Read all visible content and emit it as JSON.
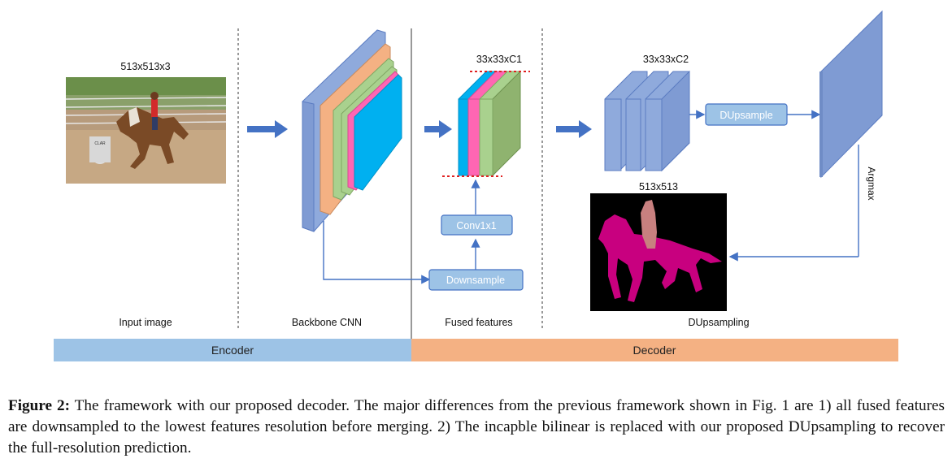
{
  "figure": {
    "labels": {
      "input_dim": "513x513x3",
      "fused_dim": "33x33xC1",
      "decoder_dim": "33x33xC2",
      "output_dim": "513x513",
      "dupsample_box": "DUpsample",
      "conv_box": "Conv1x1",
      "downsample_box": "Downsample",
      "argmax": "Argmax"
    },
    "sections": {
      "input_image": "Input image",
      "backbone": "Backbone CNN",
      "fused": "Fused features",
      "dupsampling": "DUpsampling"
    },
    "bars": {
      "encoder": "Encoder",
      "decoder": "Decoder"
    },
    "colors": {
      "encoder_bar": "#9dc3e6",
      "decoder_bar": "#f4b183",
      "box_fill": "#9dc3e6",
      "box_stroke": "#4472c4",
      "arrow": "#4472c4",
      "plane_blue": "#8faadc",
      "plane_orange": "#f4b183",
      "plane_green": "#a9d18e",
      "plane_pink": "#ff66b3",
      "plane_cyan": "#00b0f0",
      "plane_darkgreen": "#8fb36f",
      "mask_bg": "#000000",
      "mask_horse": "#c8007f",
      "mask_rider": "#c8807f"
    }
  },
  "caption": {
    "label": "Figure 2:",
    "text": " The framework with our proposed decoder.  The major differences from the previous framework shown in Fig. 1 are 1) all fused features are downsampled to the lowest features resolution before merging. 2) The incapble bilinear is replaced with our proposed DUpsampling to recover the full-resolution prediction."
  }
}
